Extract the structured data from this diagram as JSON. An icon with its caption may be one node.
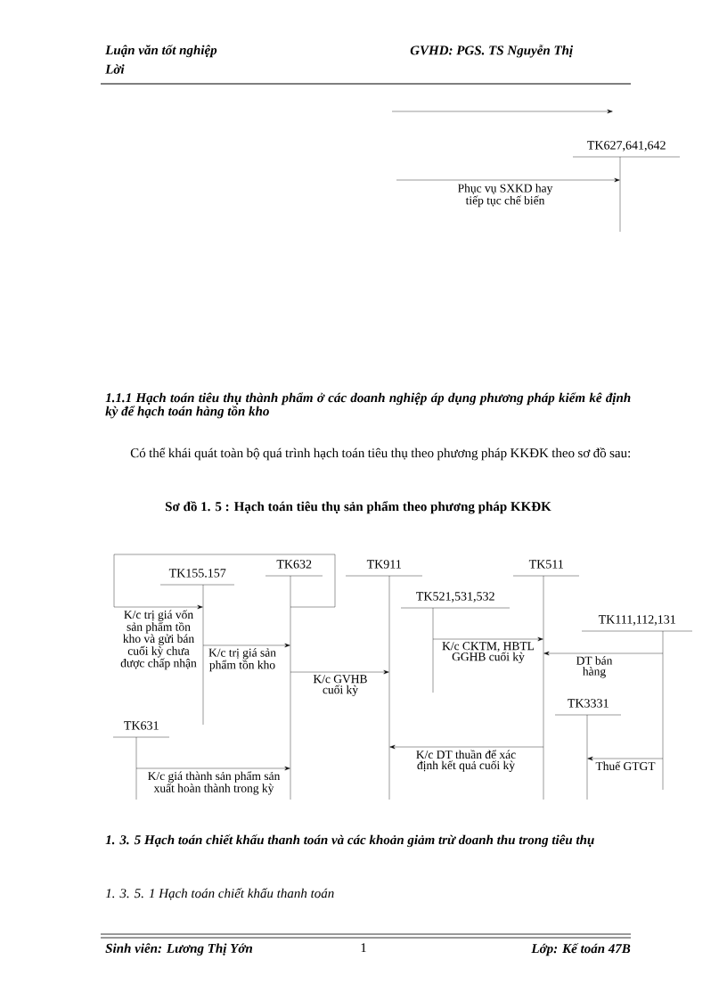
{
  "diagram": {
    "title": "Sơ đồ 1. 5 : Hạch toán tiêu thụ sản phẩm theo phương pháp KKĐK",
    "nodes": [
      {
        "text": [
          "TK627,641,642"
        ]
      },
      {
        "text": [
          "TK155.157"
        ]
      },
      {
        "text": [
          "TK632"
        ]
      },
      {
        "text": [
          "TK911"
        ]
      },
      {
        "text": [
          "TK511"
        ]
      },
      {
        "text": [
          "TK521,531,532"
        ]
      },
      {
        "text": [
          "TK111,112,131"
        ]
      },
      {
        "text": [
          "TK631"
        ]
      },
      {
        "text": [
          "TK3331"
        ]
      }
    ],
    "edges": [
      {
        "from": null,
        "to": 0,
        "arrow": "to",
        "label": "Phục vụ SXKD hay tiếp tục chế biến"
      },
      {
        "from": 2,
        "to": 1,
        "arrow": "to",
        "label": "K/c trị giá vốn sản phẩm tồn kho và gửi bán cuối kỳ chưa được chấp nhận"
      },
      {
        "from": 1,
        "to": 2,
        "arrow": "to",
        "label": "K/c trị giá sản phẩm tồn kho"
      },
      {
        "from": 2,
        "to": 3,
        "arrow": "to",
        "label": "K/c GVHB cuối kỳ"
      },
      {
        "from": 5,
        "to": 4,
        "arrow": "to",
        "label": "K/c CKTM, HBTL GGHB cuối kỳ"
      },
      {
        "from": 6,
        "to": 4,
        "arrow": "to",
        "label": "DT bán hàng"
      },
      {
        "from": 4,
        "to": 3,
        "arrow": "to",
        "label": "K/c DT thuần để xác định kết quả cuối kỳ"
      },
      {
        "from": 6,
        "to": 8,
        "arrow": "to",
        "label": "Thuế GTGT"
      },
      {
        "from": 7,
        "to": 2,
        "arrow": "to",
        "label": "K/c giá thành sản phẩm sản xuất hoàn thành trong kỳ"
      }
    ],
    "labels": [
      "Luận văn tốt nghiệp",
      "GVHD: PGS. TS Nguyễn Thị",
      "Lời",
      "1.1.1 Hạch toán tiêu thụ thành phẩm ở các doanh nghiệp áp dụng phương pháp kiểm kê định kỳ để hạch toán hàng tồn kho",
      "Có thể khái quát toàn bộ quá trình hạch toán tiêu thụ theo phương pháp KKĐK theo sơ đồ sau:",
      "1. 3. 5 Hạch toán chiết khấu thanh toán và các khoản giảm trừ doanh thu trong tiêu thụ",
      "1. 3. 5. 1 Hạch toán chiết khấu thanh toán",
      "Sinh viên: Lương Thị Yớn",
      "1",
      "Lớp: Kế toán 47B"
    ]
  }
}
